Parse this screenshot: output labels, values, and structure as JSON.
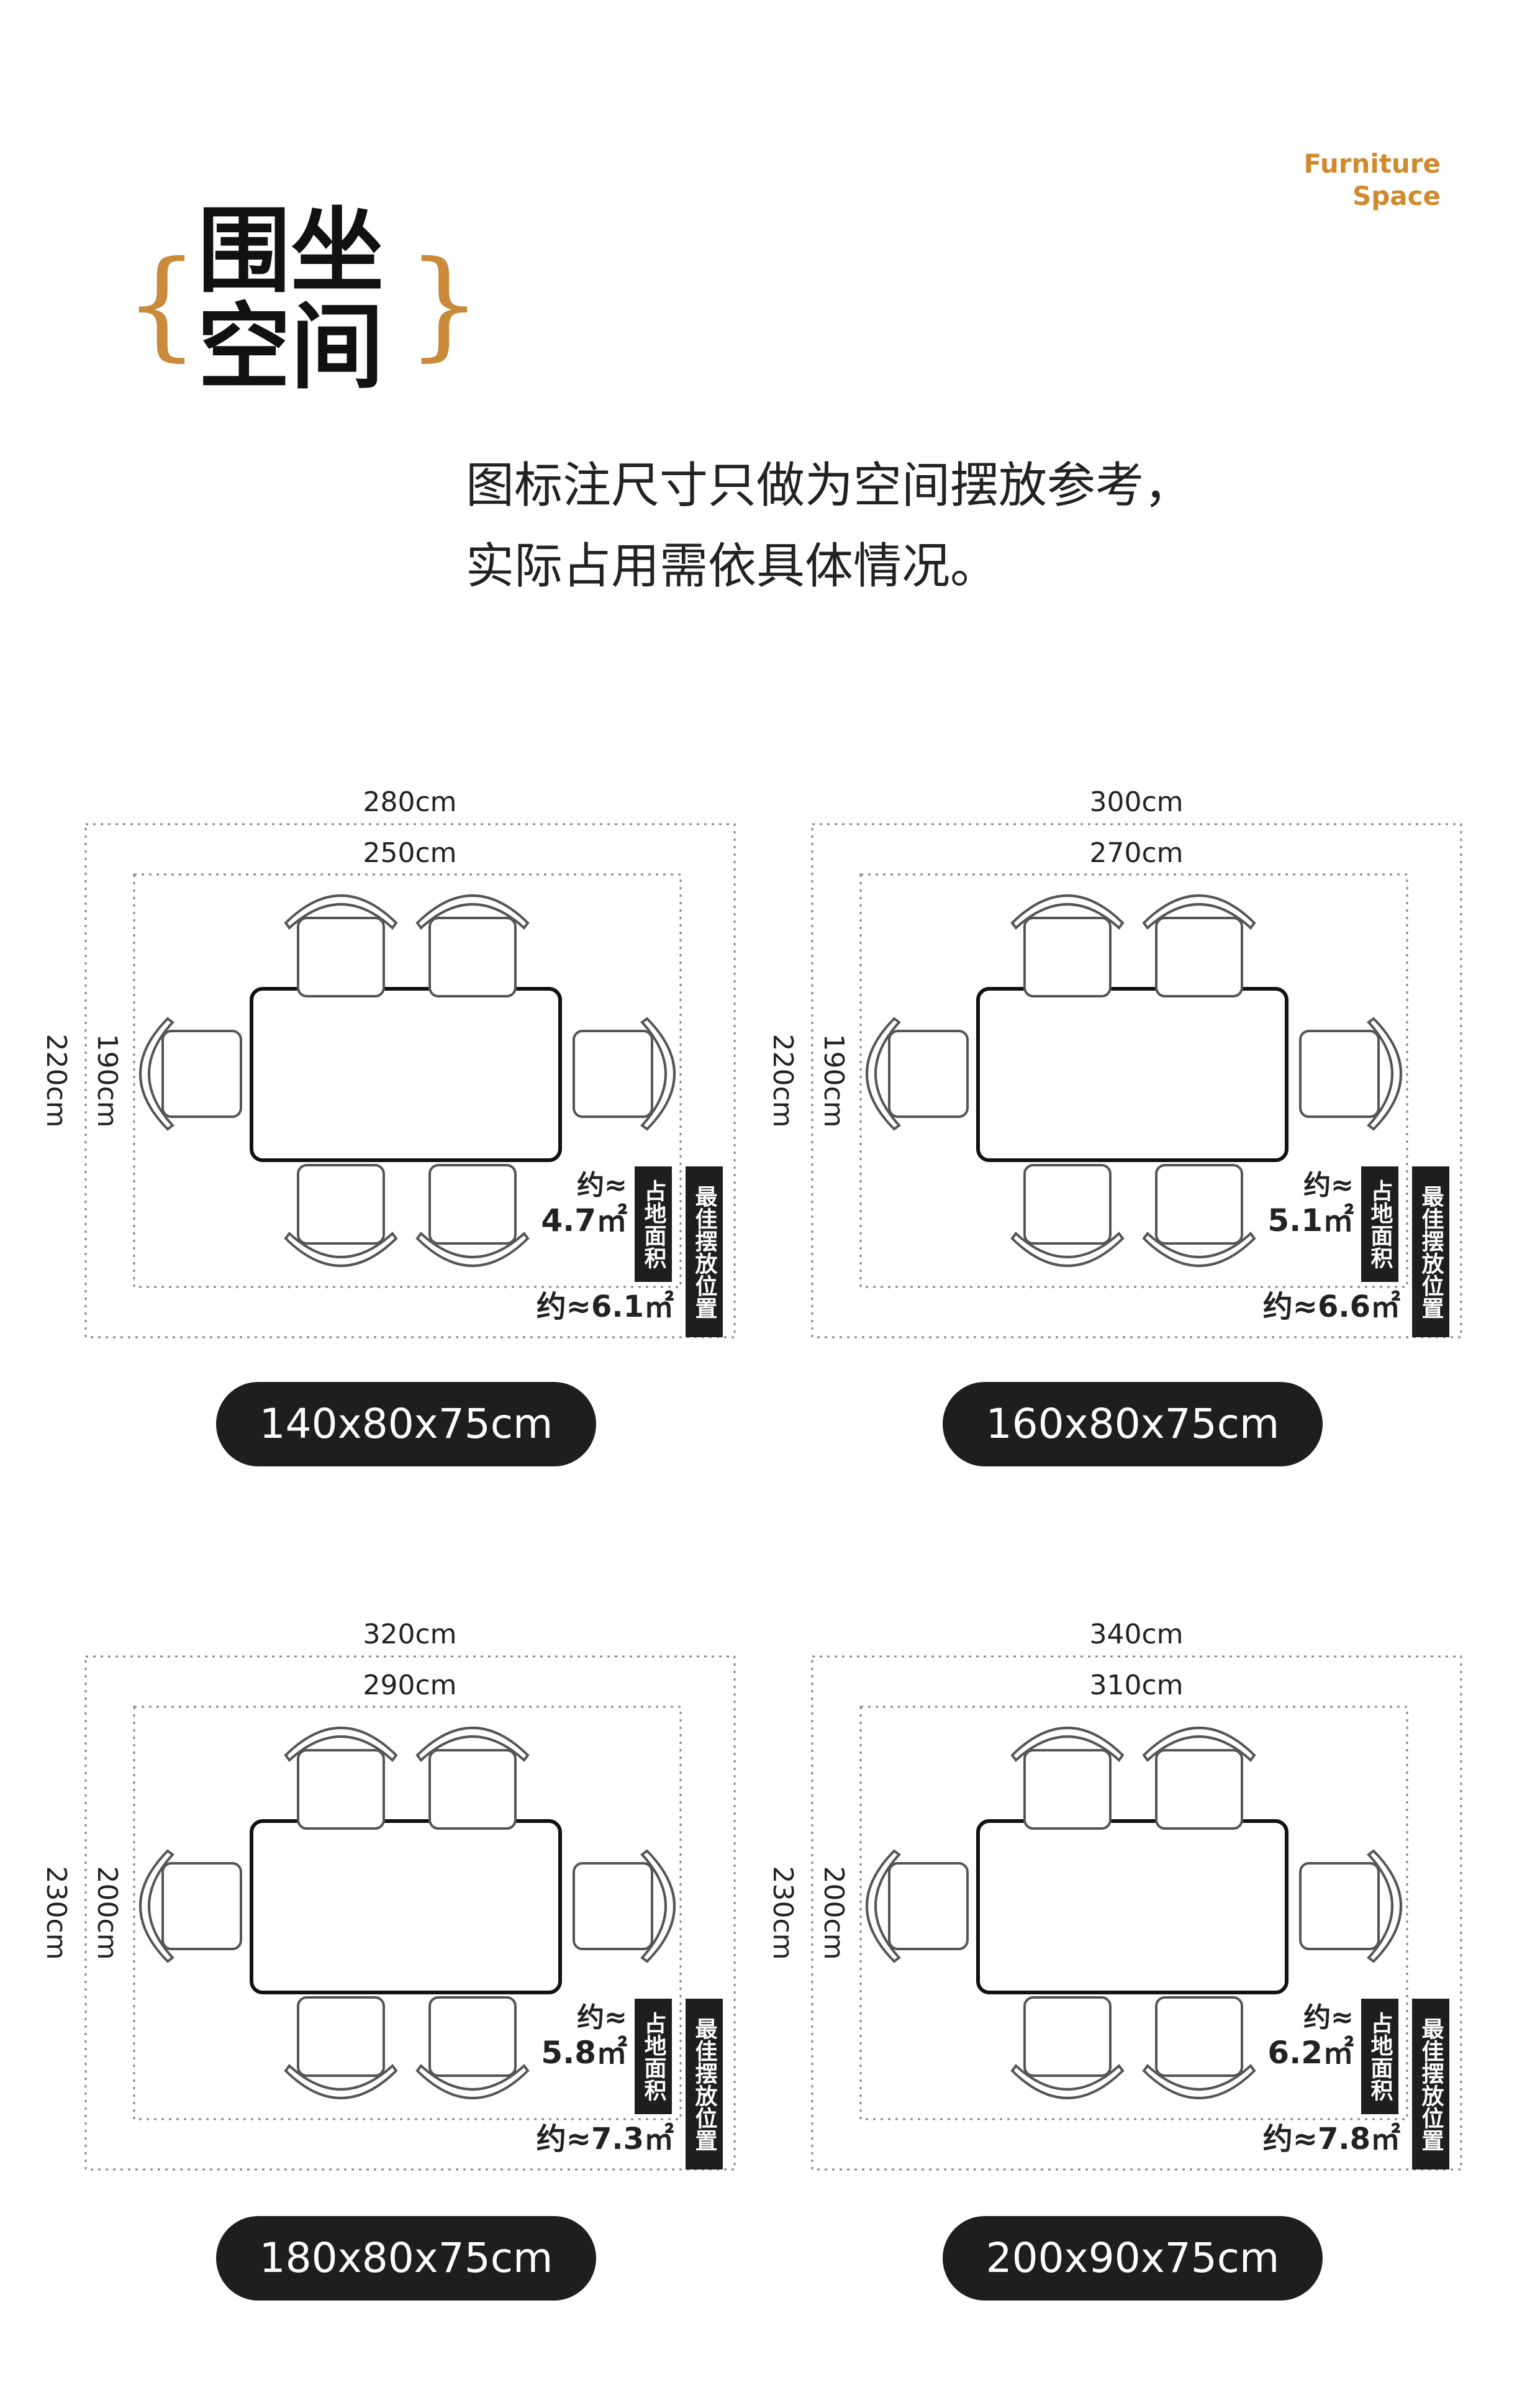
{
  "brand": {
    "line1": "Furniture",
    "line2": "Space"
  },
  "title": {
    "brace_left": "{",
    "brace_right": "}",
    "line1": "围坐",
    "line2": "空间"
  },
  "note": {
    "line1": "图标注尺寸只做为空间摆放参考，",
    "line2": "实际占用需依具体情况。"
  },
  "tag_occupy": "占地面积",
  "tag_best": "最佳摆放位置",
  "layouts": [
    {
      "outer_w": "280cm",
      "inner_w": "250cm",
      "outer_h": "220cm",
      "inner_h": "190cm",
      "area_prefix": "约≈",
      "area_inner": "4.7㎡",
      "area_outer": "约≈6.1㎡",
      "size": "140x80x75cm"
    },
    {
      "outer_w": "300cm",
      "inner_w": "270cm",
      "outer_h": "220cm",
      "inner_h": "190cm",
      "area_prefix": "约≈",
      "area_inner": "5.1㎡",
      "area_outer": "约≈6.6㎡",
      "size": "160x80x75cm"
    },
    {
      "outer_w": "320cm",
      "inner_w": "290cm",
      "outer_h": "230cm",
      "inner_h": "200cm",
      "area_prefix": "约≈",
      "area_inner": "5.8㎡",
      "area_outer": "约≈7.3㎡",
      "size": "180x80x75cm"
    },
    {
      "outer_w": "340cm",
      "inner_w": "310cm",
      "outer_h": "230cm",
      "inner_h": "200cm",
      "area_prefix": "约≈",
      "area_inner": "6.2㎡",
      "area_outer": "约≈7.8㎡",
      "size": "200x90x75cm"
    }
  ]
}
